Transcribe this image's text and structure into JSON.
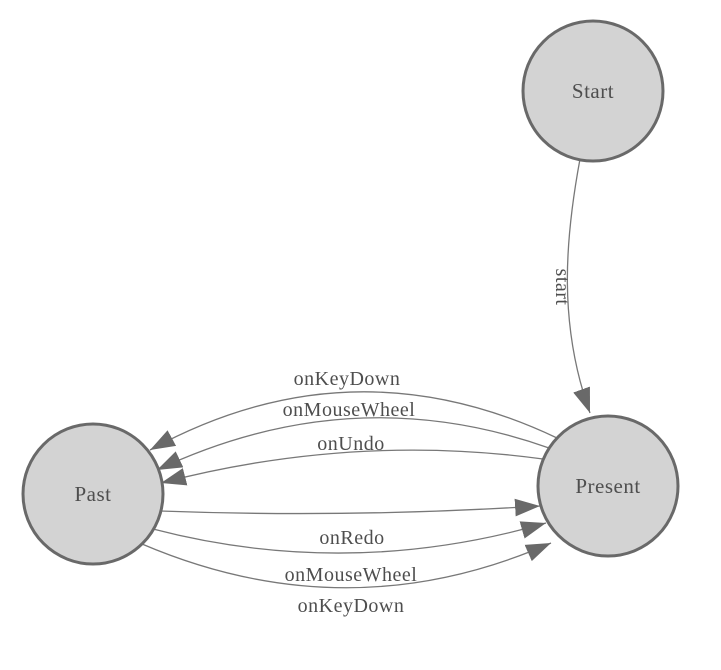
{
  "diagram": {
    "type": "state-diagram",
    "background_color": "#ffffff",
    "node_fill_color": "#d3d3d3",
    "node_stroke_color": "#696969",
    "edge_line_color": "#787878",
    "arrowhead_color": "#696969",
    "text_color": "#4e4e4e",
    "nodes": [
      {
        "id": "start",
        "label": "Start"
      },
      {
        "id": "past",
        "label": "Past"
      },
      {
        "id": "present",
        "label": "Present"
      }
    ],
    "edges": [
      {
        "from": "Start",
        "to": "Present",
        "label": "start",
        "label_orientation": "rotated-90"
      },
      {
        "from": "Present",
        "to": "Past",
        "label": "onKeyDown",
        "label_orientation": "horizontal"
      },
      {
        "from": "Present",
        "to": "Past",
        "label": "onMouseWheel",
        "label_orientation": "horizontal"
      },
      {
        "from": "Present",
        "to": "Past",
        "label": "onUndo",
        "label_orientation": "horizontal"
      },
      {
        "from": "Past",
        "to": "Present",
        "label": "onRedo",
        "label_orientation": "horizontal"
      },
      {
        "from": "Past",
        "to": "Present",
        "label": "onMouseWheel",
        "label_orientation": "horizontal"
      },
      {
        "from": "Past",
        "to": "Present",
        "label": "onKeyDown",
        "label_orientation": "horizontal"
      }
    ]
  }
}
